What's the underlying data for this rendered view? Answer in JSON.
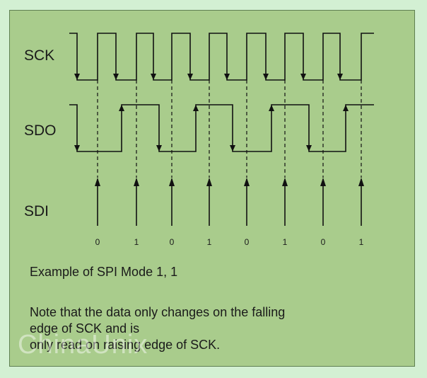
{
  "signals": {
    "sck": "SCK",
    "sdo": "SDO",
    "sdi": "SDI"
  },
  "bits": [
    "0",
    "1",
    "0",
    "1",
    "0",
    "1",
    "0",
    "1"
  ],
  "caption": {
    "title": "Example of SPI Mode 1, 1",
    "note_line1": "Note that the data only changes on the falling",
    "note_line2": "edge of SCK and is",
    "note_line3": "only  read on raising edge of SCK."
  },
  "watermark": "ChinaUnix",
  "colors": {
    "background": "#d3f0d3",
    "panel": "#a9cc8c",
    "line": "#111111"
  }
}
